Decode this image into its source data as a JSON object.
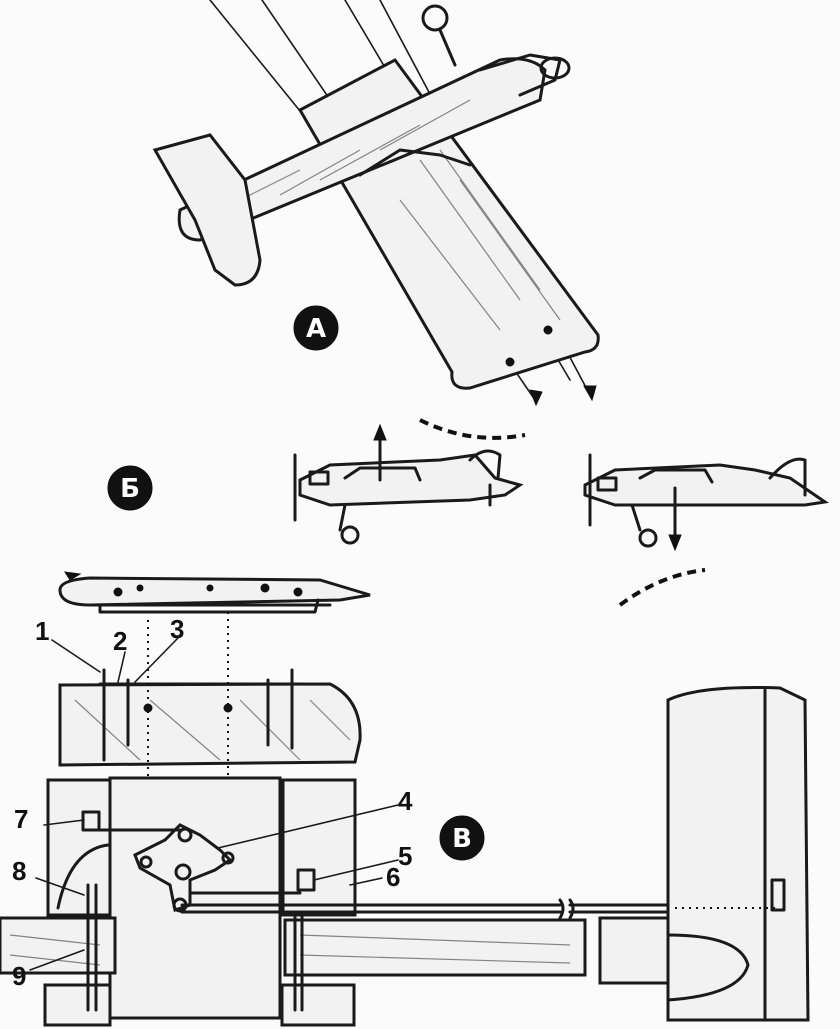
{
  "figure": {
    "view_labels": {
      "a": "А",
      "b": "Б",
      "v": "В"
    },
    "callouts": [
      "1",
      "2",
      "3",
      "4",
      "5",
      "6",
      "7",
      "8",
      "9"
    ]
  }
}
